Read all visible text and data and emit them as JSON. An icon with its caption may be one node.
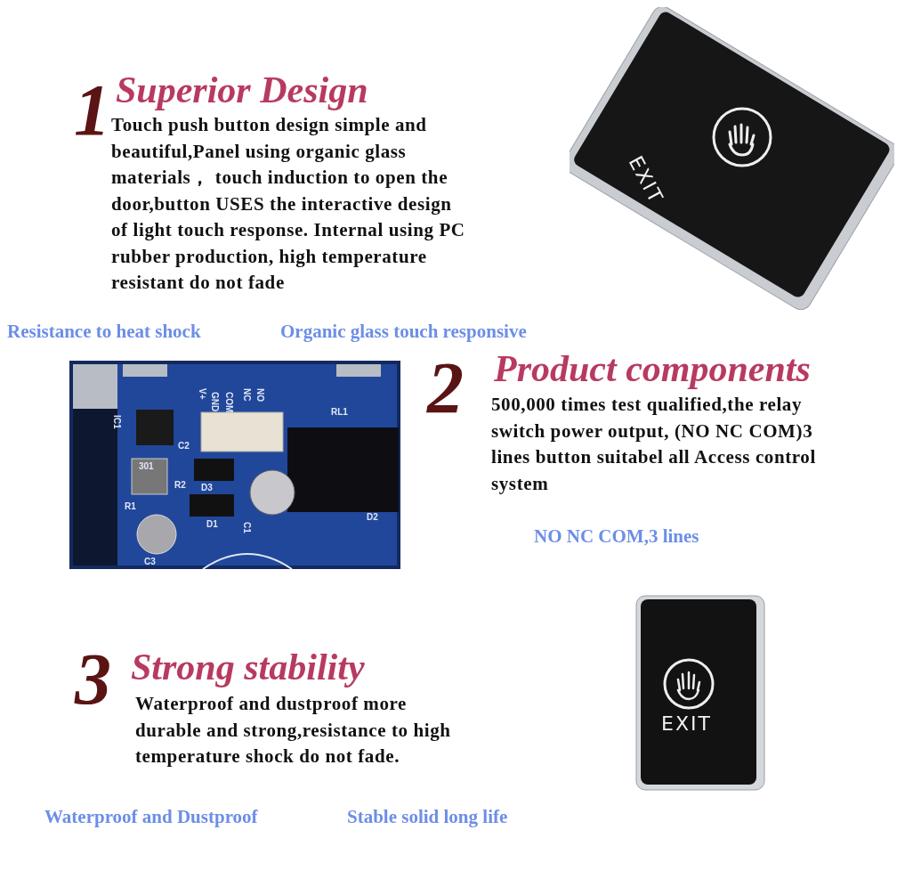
{
  "diagram": {
    "labels": [
      "1",
      "Superior Design",
      "Touch push button design simple and beautiful,Panel using organic glass materials， touch induction to open the door,button USES the interactive design of light touch response. Internal using PC rubber production, high temperature resistant do not fade",
      "EXIT",
      "Resistance to heat shock",
      "Organic glass touch responsive",
      "V+",
      "GND",
      "COM",
      "NC",
      "NO",
      "RL1",
      "IC1",
      "C2",
      "R2",
      "301",
      "D3",
      "R1",
      "D1",
      "C1",
      "D2",
      "C3",
      "2",
      "Product components",
      "500,000 times test qualified,the relay switch power output, (NO NC COM)3 lines button suitabel all Access control system",
      "NO NC COM,3 lines",
      "EXIT",
      "3",
      "Strong stability",
      "Waterproof and dustproof more durable and strong,resistance to high temperature shock do not fade.",
      "Waterproof and Dustproof",
      "Stable solid long life"
    ]
  }
}
